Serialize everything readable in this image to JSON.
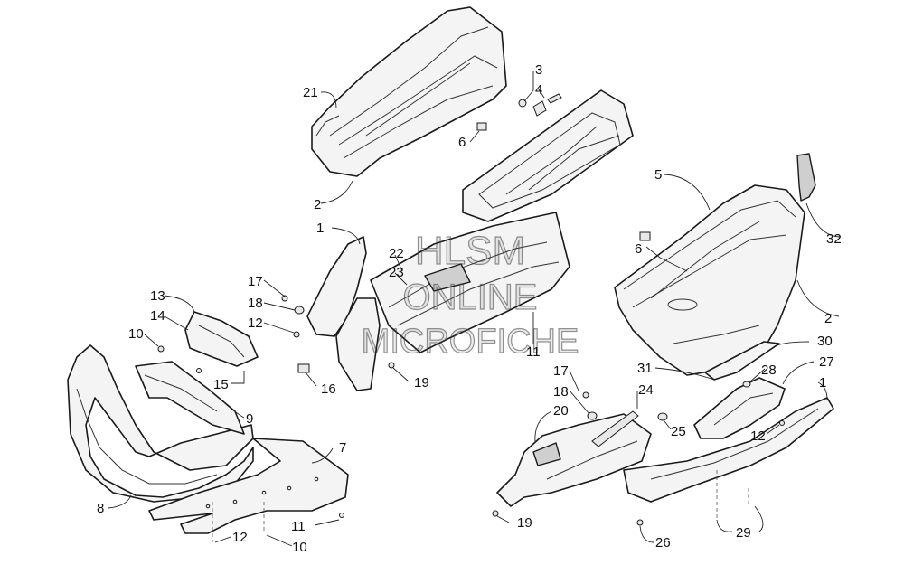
{
  "watermark": {
    "line1": "HLSM",
    "line2": "ONLINE",
    "line3": "MICROFICHE"
  },
  "callouts": {
    "c1_a": "1",
    "c1_b": "1",
    "c2_a": "2",
    "c2_b": "2",
    "c3": "3",
    "c4": "4",
    "c5": "5",
    "c6_a": "6",
    "c6_b": "6",
    "c7": "7",
    "c8": "8",
    "c9": "9",
    "c10_a": "10",
    "c10_b": "10",
    "c11_a": "11",
    "c11_b": "11",
    "c12_a": "12",
    "c12_b": "12",
    "c12_c": "12",
    "c13": "13",
    "c14": "14",
    "c15": "15",
    "c16": "16",
    "c17_a": "17",
    "c17_b": "17",
    "c18_a": "18",
    "c18_b": "18",
    "c19_a": "19",
    "c19_b": "19",
    "c20": "20",
    "c21": "21",
    "c22": "22",
    "c23": "23",
    "c24": "24",
    "c25": "25",
    "c26": "26",
    "c27": "27",
    "c28": "28",
    "c29": "29",
    "c30": "30",
    "c31": "31",
    "c32": "32"
  }
}
